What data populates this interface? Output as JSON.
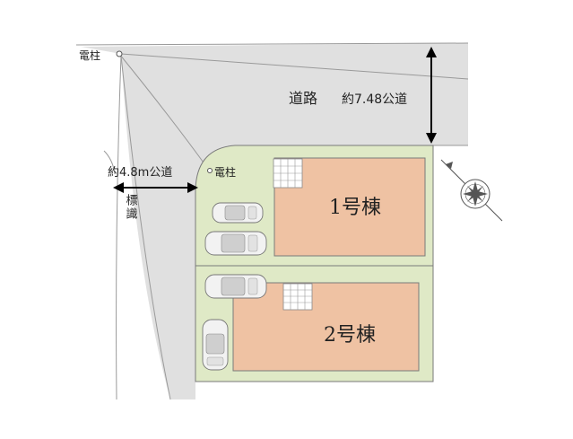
{
  "road_main": {
    "label": "道路",
    "width_text": "約7.48公道"
  },
  "road_side": {
    "width_text": "約4.8m公道"
  },
  "utility_pole": {
    "label_top": "電柱",
    "label_lot": "電柱"
  },
  "sign": {
    "label": "標識"
  },
  "buildings": [
    {
      "label": "1号棟"
    },
    {
      "label": "2号棟"
    }
  ],
  "colors": {
    "road": "#e0e0e0",
    "lot": "#dfe9c6",
    "building": "#efc2a3",
    "outline": "#7a7a7a"
  },
  "icons": [
    "compass-icon",
    "car-icon",
    "utility-pole-icon",
    "dimension-arrow-icon",
    "stairs-grid-icon"
  ]
}
